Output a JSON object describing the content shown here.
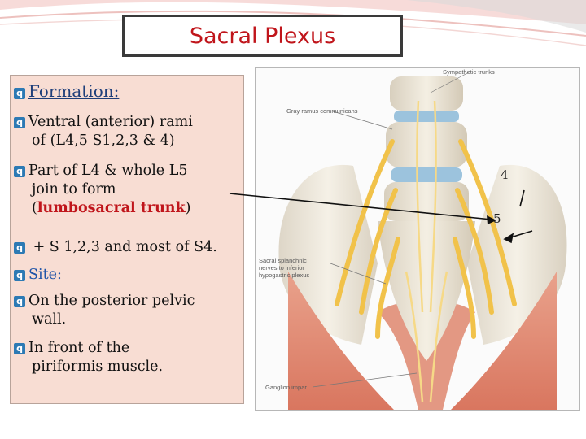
{
  "title": "Sacral Plexus",
  "formation": {
    "heading": "Formation:",
    "line1_a": "Ventral (anterior) rami",
    "line1_b": "of (L4,5  S1,2,3 & 4)",
    "line2_a": "Part of L4 & whole L5",
    "line2_b": "join to form",
    "line2_c_open": "(",
    "line2_c_red": "lumbosacral trunk",
    "line2_c_close": ")",
    "line3": " +  S 1,2,3 and most of S4."
  },
  "site": {
    "heading": "Site:",
    "line1_a": "On the posterior pelvic",
    "line1_b": "wall.",
    "line2_a": "In front of the",
    "line2_b": "piriformis muscle."
  },
  "figure": {
    "label_top": "Sympathetic trunks",
    "label_gray": "Gray ramus communicans",
    "label_sacral_1": "Sacral splanchnic",
    "label_sacral_2": "nerves to inferior",
    "label_sacral_3": "hypogastric plexus",
    "label_ganglion": "Ganglion impar",
    "num4": "4",
    "num5": "5"
  },
  "colors": {
    "title_red": "#c0151b",
    "panel_bg": "#f8ddd3",
    "bullet_blue": "#2d7ab4"
  }
}
